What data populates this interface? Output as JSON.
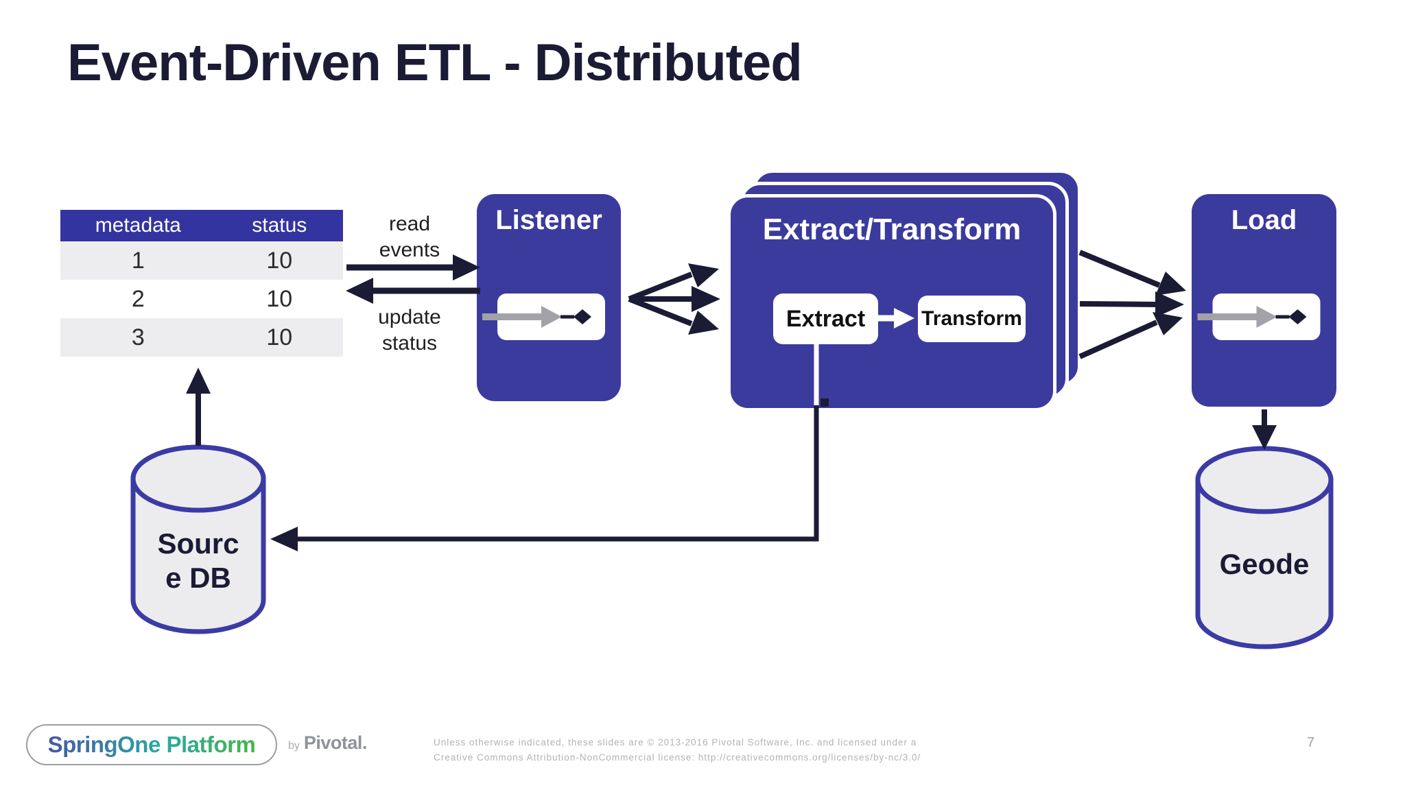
{
  "slide": {
    "title": "Event-Driven ETL - Distributed"
  },
  "table": {
    "headers": [
      "metadata",
      "status"
    ],
    "rows": [
      [
        "1",
        "10"
      ],
      [
        "2",
        "10"
      ],
      [
        "3",
        "10"
      ]
    ]
  },
  "flow_labels": {
    "read_events": "read events",
    "update_status": "update status"
  },
  "nodes": {
    "listener": {
      "label": "Listener"
    },
    "extract_transform": {
      "label": "Extract/Transform",
      "extract_label": "Extract",
      "transform_label": "Transform"
    },
    "load": {
      "label": "Load"
    },
    "source_db": {
      "label": "Source DB",
      "line1": "Sourc",
      "line2": "e DB"
    },
    "geode": {
      "label": "Geode"
    }
  },
  "footer": {
    "logo": "SpringOne Platform",
    "by": "by",
    "brand": "Pivotal.",
    "license_line1": "Unless otherwise indicated, these slides are © 2013-2016 Pivotal Software, Inc. and licensed under a",
    "license_line2": "Creative Commons Attribution-NonCommercial license: http://creativecommons.org/licenses/by-nc/3.0/",
    "page_number": "7"
  },
  "colors": {
    "indigo": "#3b3b9d",
    "indigo_deep": "#3434a0",
    "dark_navy": "#1b1b35",
    "icon_gray": "#a2a2a8",
    "row_gray": "#ededf0",
    "cyl_fill": "#ececef",
    "cyl_stroke": "#3b3ba5",
    "footer_text": "#b2b2b7",
    "page_gray": "#9aa0a6",
    "logo_border": "#989ea3",
    "pivotal_gray": "#8e9399",
    "logo_g1": "#4756a5",
    "logo_g2": "#2ba8a2",
    "logo_g3": "#45b649"
  }
}
